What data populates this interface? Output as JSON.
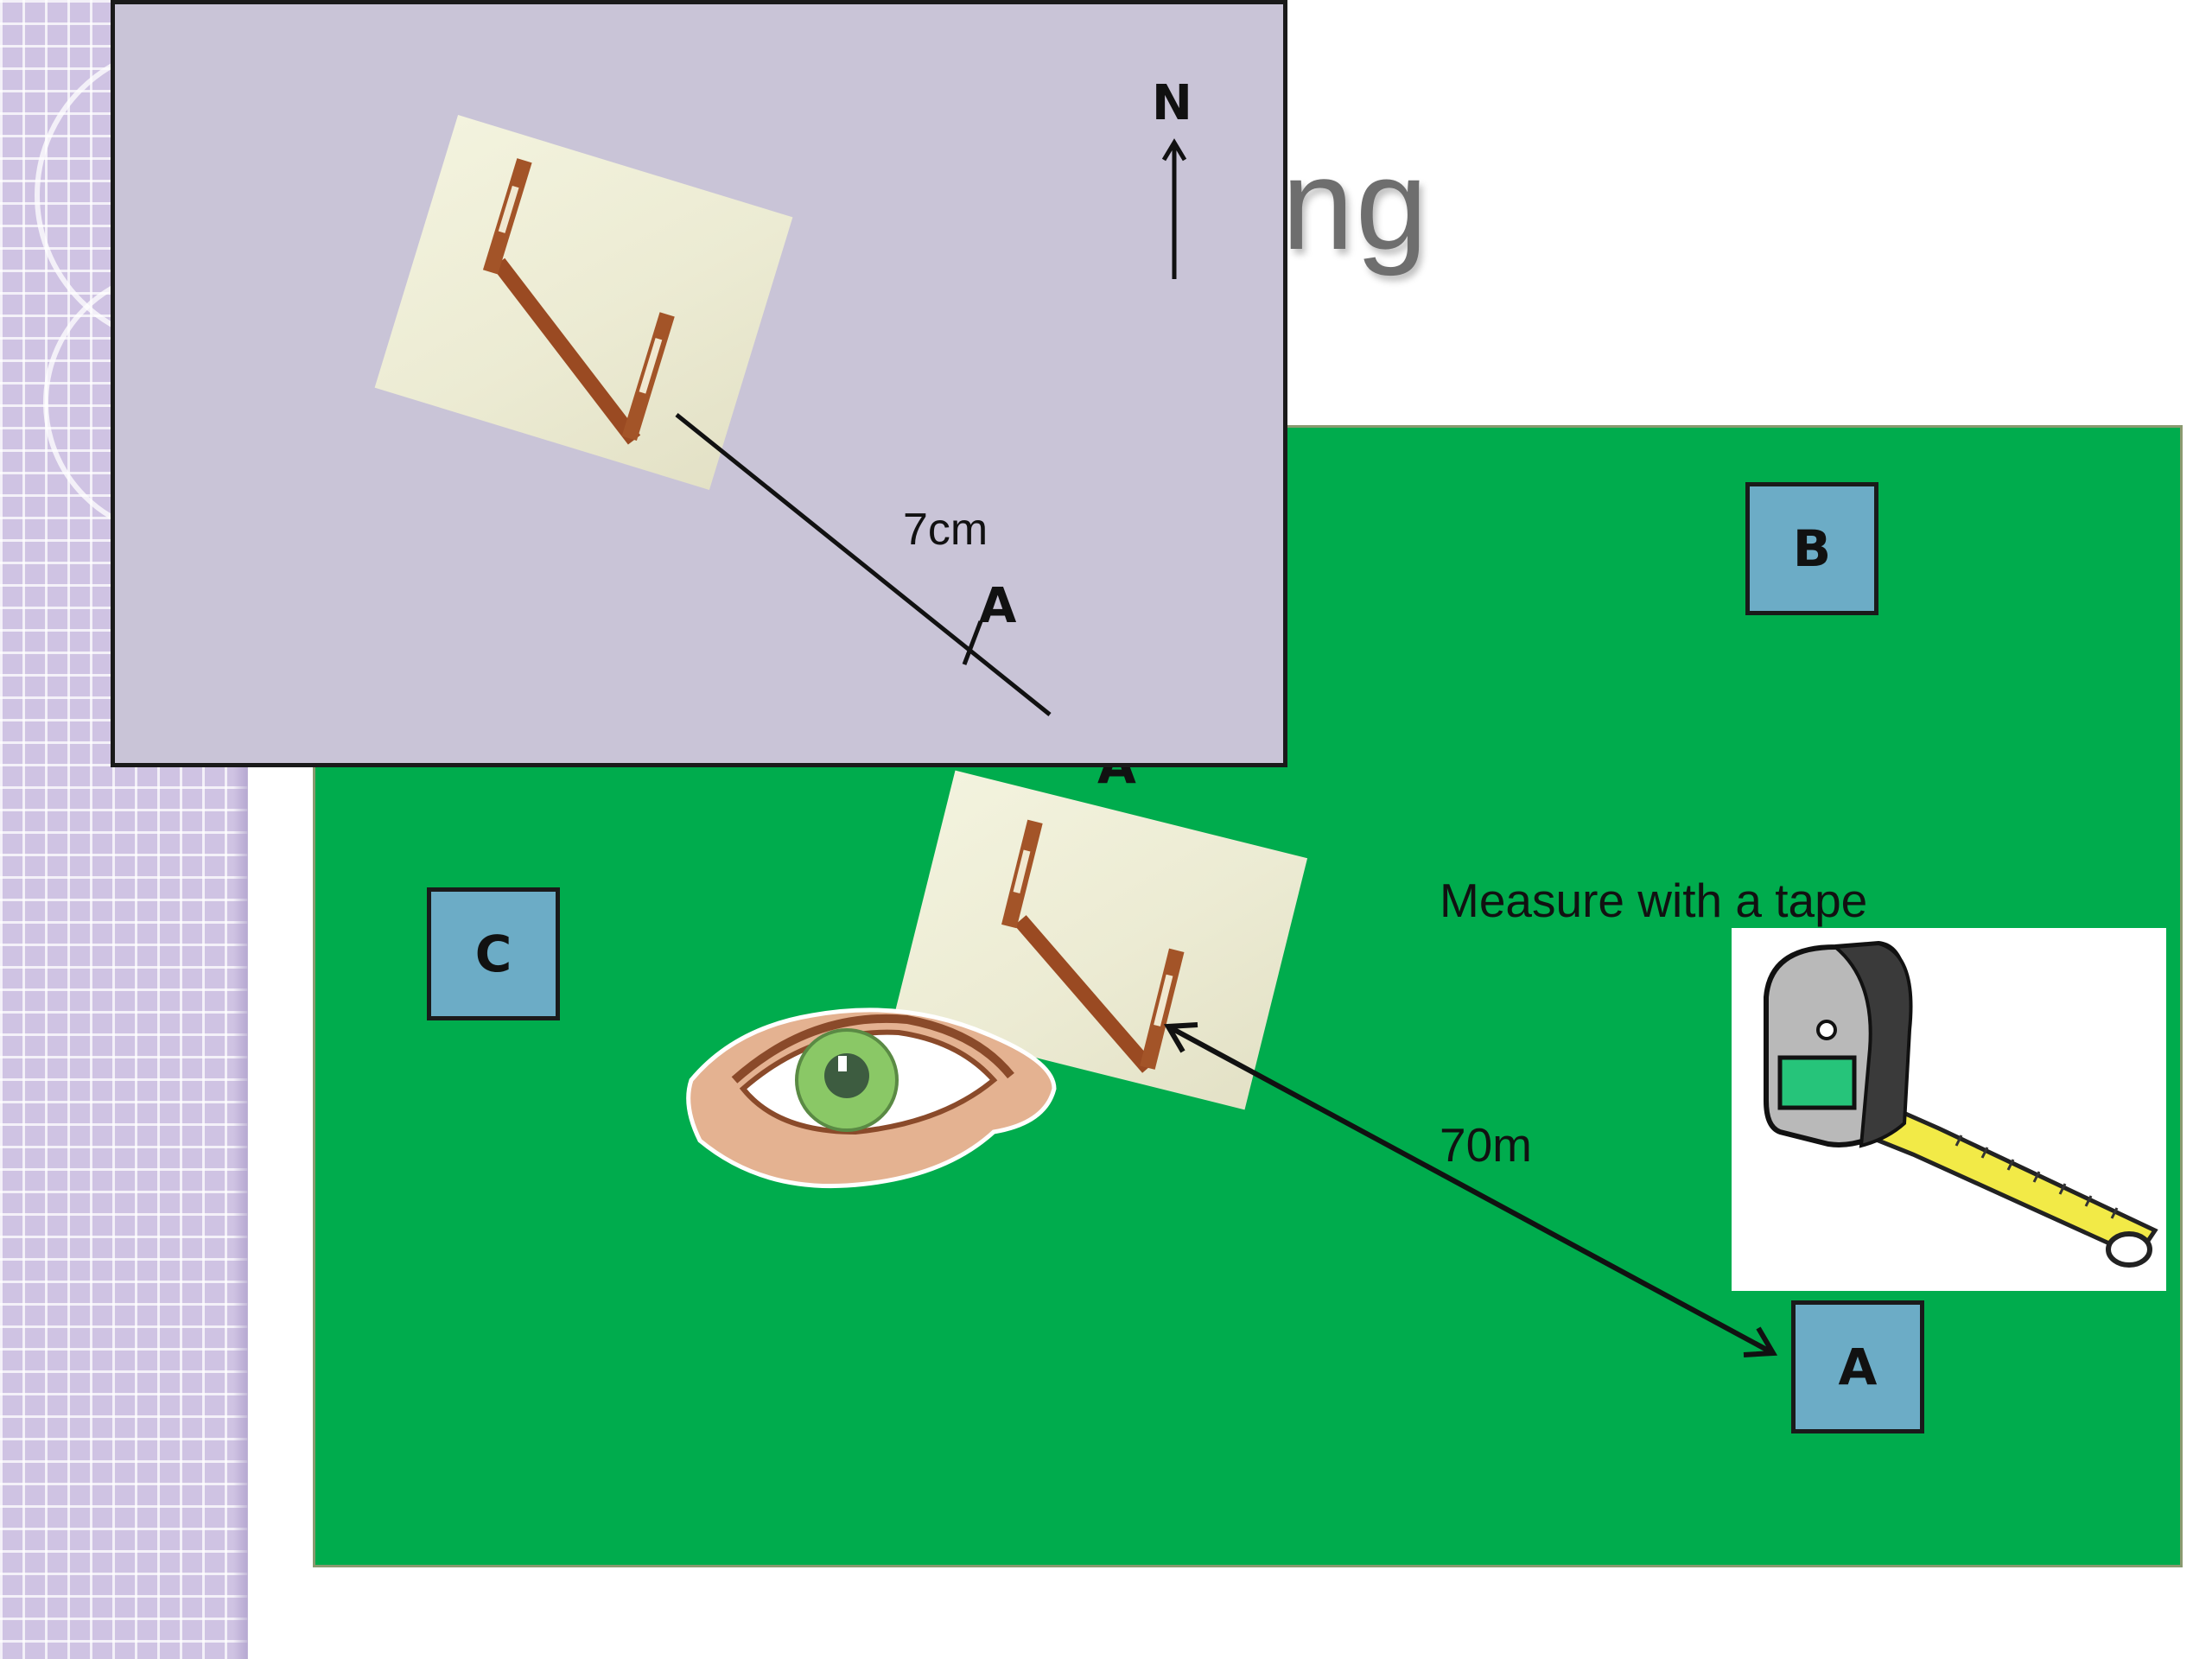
{
  "slide": {
    "title_fragment": "ing"
  },
  "field": {
    "markers": {
      "A": "A",
      "B": "B",
      "C": "C"
    },
    "tape_caption": "Measure with a tape",
    "distance_label": "70m",
    "cut_off_letter": "A"
  },
  "inset": {
    "north_label": "N",
    "scale_label": "7cm",
    "point_label": "A"
  },
  "colors": {
    "field_green": "#00ac4d",
    "marker_blue": "#6cacc6",
    "inset_background": "#c9c4d7",
    "sidebar_lilac": "#cfc3e3"
  },
  "icons": [
    "eye-icon",
    "tape-measure-icon",
    "sighting-compass-photo",
    "north-arrow-icon"
  ]
}
